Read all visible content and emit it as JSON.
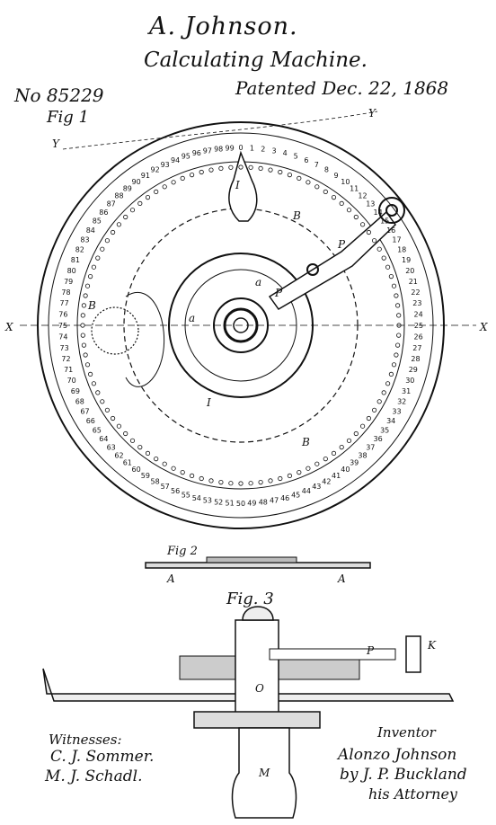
{
  "header": {
    "inventor_name": "A. Johnson.",
    "title": "Calculating Machine.",
    "patent_number": "No 85229",
    "patent_date": "Patented Dec. 22, 1868"
  },
  "figures": {
    "fig1": "Fig 1",
    "fig2": "Fig 2",
    "fig3": "Fig. 3"
  },
  "dial": {
    "outer_numbers": [
      "0",
      "1",
      "2",
      "3",
      "4",
      "5",
      "6",
      "7",
      "8",
      "9",
      "10",
      "11",
      "12",
      "13",
      "14",
      "15",
      "16",
      "17",
      "18",
      "19",
      "20",
      "21",
      "22",
      "23",
      "24",
      "25",
      "26",
      "27",
      "28",
      "29",
      "30",
      "31",
      "32",
      "33",
      "34",
      "35",
      "36",
      "37",
      "38",
      "39",
      "40",
      "41",
      "42",
      "43",
      "44",
      "45",
      "46",
      "47",
      "48",
      "49",
      "50",
      "51",
      "52",
      "53",
      "54",
      "55",
      "56",
      "57",
      "58",
      "59",
      "60",
      "61",
      "62",
      "63",
      "64",
      "65",
      "66",
      "67",
      "68",
      "69",
      "70",
      "71",
      "72",
      "73",
      "74",
      "75",
      "76",
      "77",
      "78",
      "79",
      "80",
      "81",
      "82",
      "83",
      "84",
      "85",
      "86",
      "87",
      "88",
      "89",
      "90",
      "91",
      "92",
      "93",
      "94",
      "95",
      "96",
      "97",
      "98",
      "99"
    ]
  },
  "part_labels": {
    "y_left": "Y",
    "y_right": "Y",
    "x_left": "X",
    "x_right": "X",
    "b_top": "B",
    "b_bottom": "B",
    "b_left": "B",
    "i_upper": "I",
    "i_lower": "I",
    "p_arm": "P",
    "p_center": "P",
    "p_fig3": "P",
    "a_center": "a",
    "a_left": "a",
    "a_fig2_left": "A",
    "a_fig2_right": "A",
    "m_handle": "M",
    "o_shaft": "O",
    "k_fig3": "K"
  },
  "signatures": {
    "witnesses_label": "Witnesses:",
    "witness_1": "C. J. Sommer.",
    "witness_2": "M. J. Schadl.",
    "inventor_label": "Inventor",
    "inventor_signature": "Alonzo Johnson",
    "attorney_line": "by J. P. Buckland",
    "attorney_title": "his Attorney"
  }
}
